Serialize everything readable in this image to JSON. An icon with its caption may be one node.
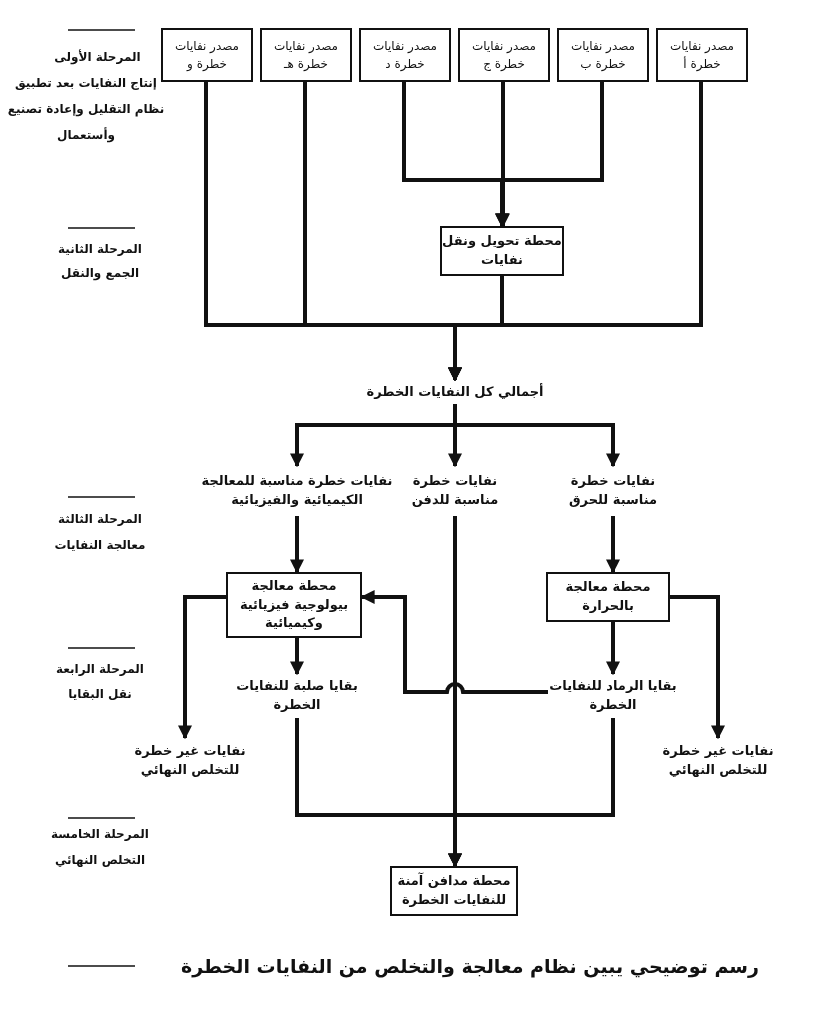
{
  "diagram": {
    "caption": "رسم توضيحي يبين نظام معالجة والتخلص من النفايات الخطرة",
    "nodes": [
      {
        "text": [
          "مصدر نفايات خطرة أ"
        ]
      },
      {
        "text": [
          "مصدر نفايات خطرة ب"
        ]
      },
      {
        "text": [
          "مصدر نفايات خطرة ج"
        ]
      },
      {
        "text": [
          "مصدر نفايات خطرة د"
        ]
      },
      {
        "text": [
          "مصدر نفايات خطرة هـ"
        ]
      },
      {
        "text": [
          "مصدر نفايات خطرة و"
        ]
      },
      {
        "text": [
          "محطة تحويل ونقل نفايات"
        ]
      },
      {
        "text": [
          "أجمالي كل النفايات الخطرة"
        ]
      },
      {
        "text": [
          "نفايات خطرة مناسبة للحرق"
        ]
      },
      {
        "text": [
          "نفايات خطرة مناسبة للدفن"
        ]
      },
      {
        "text": [
          "نفايات خطرة مناسبة للمعالجة الكيميائية والفيزيائية"
        ]
      },
      {
        "text": [
          "محطة معالجة بالحرارة"
        ]
      },
      {
        "text": [
          "محطة معالجة بيولوجية فيزيائية وكيميائية"
        ]
      },
      {
        "text": [
          "بقايا الرماد للنفايات الخطرة"
        ]
      },
      {
        "text": [
          "بقايا صلبة للنفايات الخطرة"
        ]
      },
      {
        "text": [
          "نفايات غير خطرة للتخلص النهائي"
        ]
      },
      {
        "text": [
          "نفايات غير خطرة للتخلص النهائي"
        ]
      },
      {
        "text": [
          "محطة مدافن آمنة للنفايات الخطرة"
        ]
      }
    ],
    "edges": [
      {
        "from": 0,
        "to": 7,
        "arrow": "to"
      },
      {
        "from": 1,
        "to": 6,
        "arrow": "to"
      },
      {
        "from": 2,
        "to": 6,
        "arrow": "to"
      },
      {
        "from": 3,
        "to": 6,
        "arrow": "to"
      },
      {
        "from": 4,
        "to": 7,
        "arrow": "to"
      },
      {
        "from": 5,
        "to": 7,
        "arrow": "to"
      },
      {
        "from": 6,
        "to": 7,
        "arrow": "to"
      },
      {
        "from": 7,
        "to": 8,
        "arrow": "to"
      },
      {
        "from": 7,
        "to": 9,
        "arrow": "to"
      },
      {
        "from": 7,
        "to": 10,
        "arrow": "to"
      },
      {
        "from": 8,
        "to": 11,
        "arrow": "to"
      },
      {
        "from": 10,
        "to": 12,
        "arrow": "to"
      },
      {
        "from": 11,
        "to": 13,
        "arrow": "to"
      },
      {
        "from": 11,
        "to": 15,
        "arrow": "to"
      },
      {
        "from": 12,
        "to": 14,
        "arrow": "to"
      },
      {
        "from": 12,
        "to": 16,
        "arrow": "to"
      },
      {
        "from": 13,
        "to": 12,
        "arrow": "to"
      },
      {
        "from": 9,
        "to": 17,
        "arrow": "to"
      },
      {
        "from": 14,
        "to": 17,
        "arrow": "to"
      },
      {
        "from": 13,
        "to": 17,
        "arrow": "to"
      }
    ],
    "labels": [
      "المرحلة الأولى",
      "إنتاج النفايات بعد تطبيق نظام التقليل وإعادة تصنيع وأستعمال",
      "المرحلة الثانية",
      "الجمع والنقل",
      "المرحلة الثالثة",
      "معالجة النفايات",
      "المرحلة الرابعة",
      "نقل البقايا",
      "المرحلة الخامسة",
      "التخلص النهائي"
    ]
  }
}
